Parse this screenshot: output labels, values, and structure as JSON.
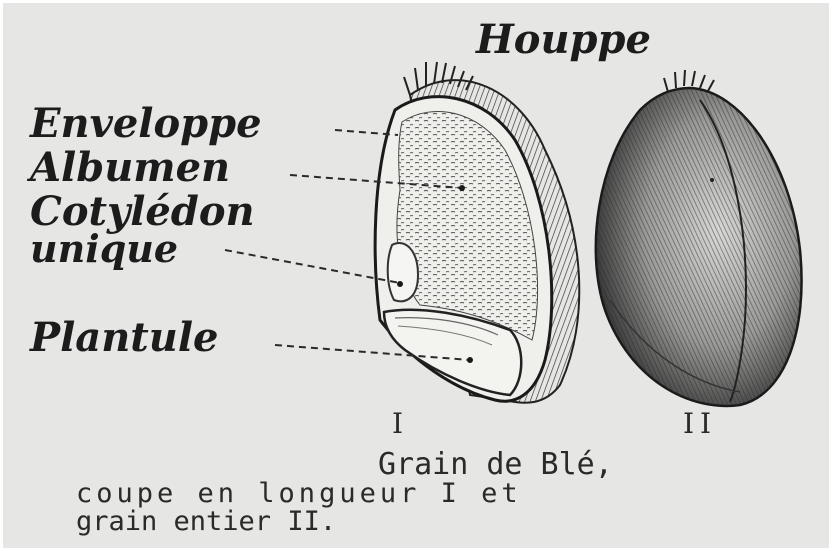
{
  "labels": {
    "houppe": "Houppe",
    "enveloppe": "Enveloppe",
    "albumen": "Albumen",
    "cotyledon": "Cotylédon",
    "unique": "unique",
    "plantule": "Plantule"
  },
  "figures": {
    "one": "I",
    "two": "II"
  },
  "caption": {
    "line1": "Grain de Blé,",
    "line2": "coupe en longueur I et",
    "line3": "grain entier II."
  }
}
